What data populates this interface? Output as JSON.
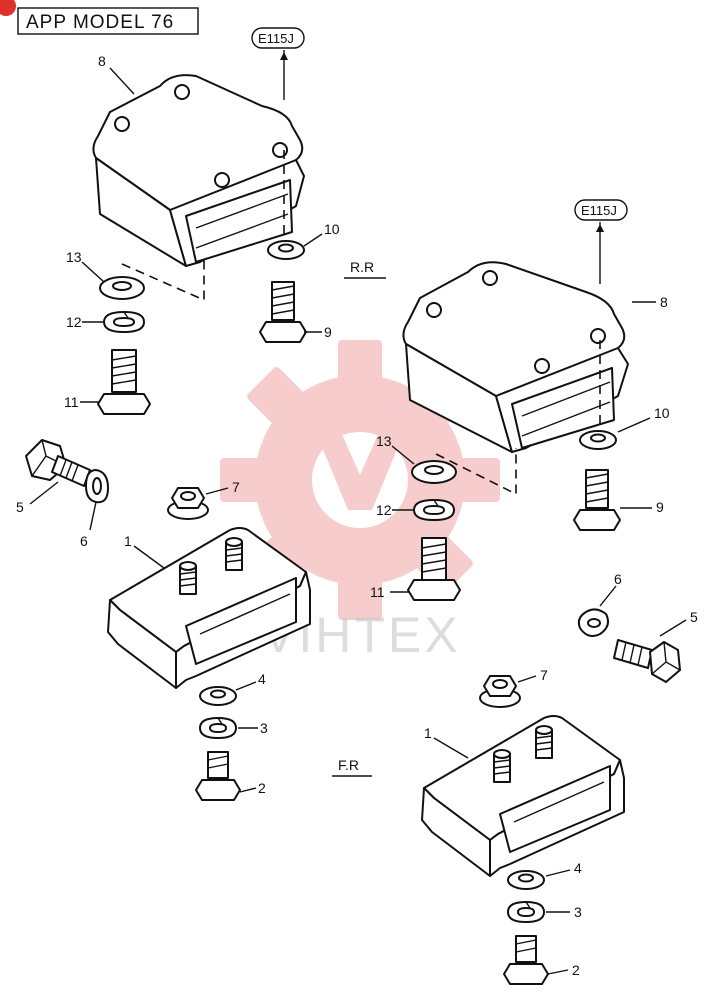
{
  "header": {
    "model_label": "APP MODEL  76"
  },
  "tags": {
    "top_left": "E115J",
    "top_right": "E115J"
  },
  "positions": {
    "rear": "R.R",
    "front": "F.R"
  },
  "watermark": {
    "text": "VIHTEX"
  },
  "labels": {
    "l8a": "8",
    "l10a": "10",
    "l13a": "13",
    "l12a": "12",
    "l11a": "11",
    "l9a": "9",
    "l8b": "8",
    "l10b": "10",
    "l13b": "13",
    "l12b": "12",
    "l11b": "11",
    "l9b": "9",
    "l5a": "5",
    "l6a": "6",
    "l7a": "7",
    "l1a": "1",
    "l4a": "4",
    "l3a": "3",
    "l2a": "2",
    "l5b": "5",
    "l6b": "6",
    "l7b": "7",
    "l1b": "1",
    "l4b": "4",
    "l3b": "3",
    "l2b": "2"
  },
  "colors": {
    "watermark_red": "#f2a3a3",
    "line": "#111111"
  }
}
